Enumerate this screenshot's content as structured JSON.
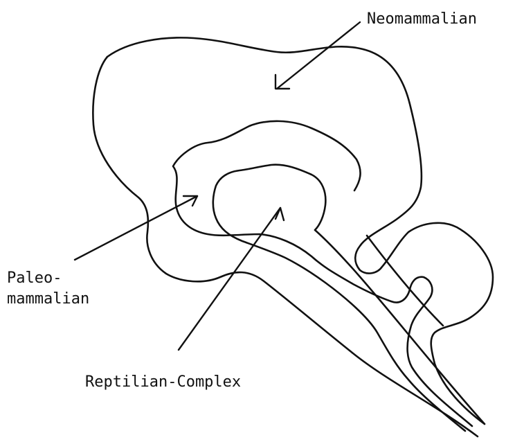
{
  "labels": {
    "neomammalian": "Neomammalian",
    "paleomammalian_line1": "Paleo-",
    "paleomammalian_line2": "mammalian",
    "reptilian": "Reptilian-Complex"
  },
  "colors": {
    "ink": "#111111",
    "background": "#ffffff"
  }
}
